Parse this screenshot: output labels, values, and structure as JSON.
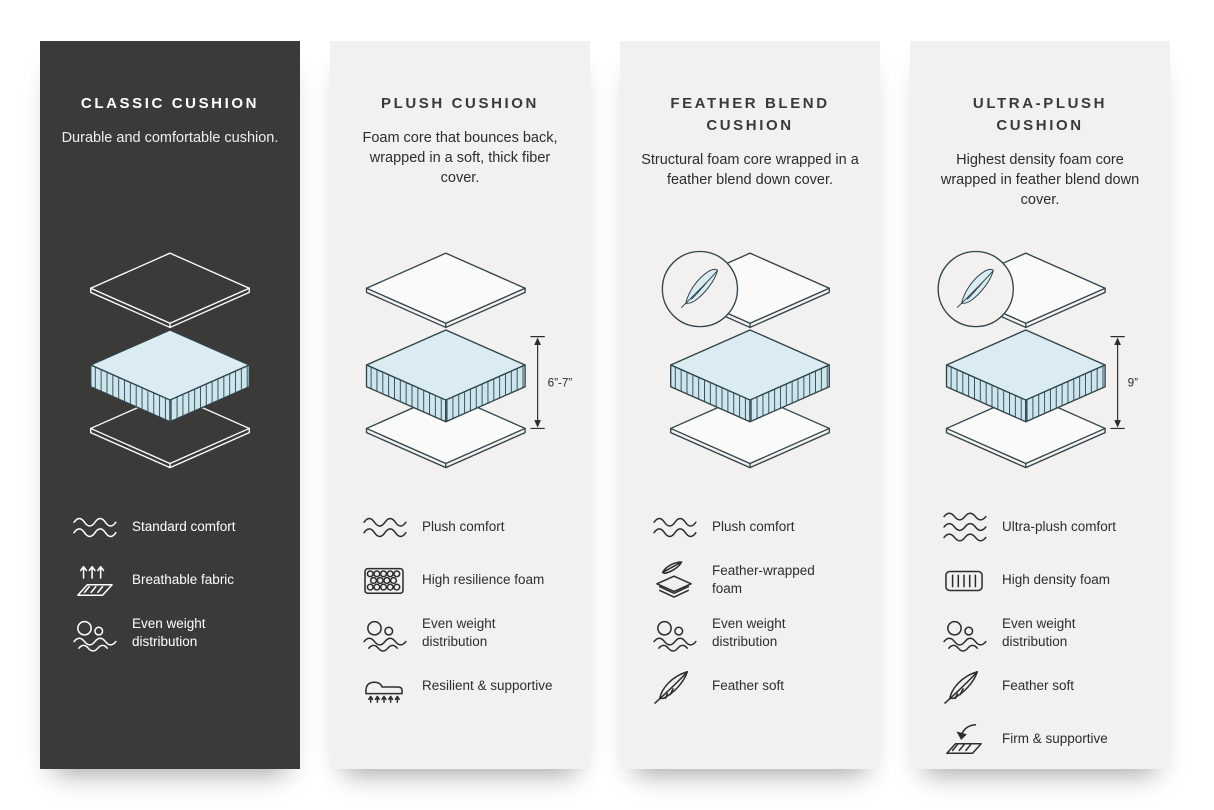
{
  "palette": {
    "background": "#ffffff",
    "dark_card": "#3b3a38",
    "light_card": "#f2f1ef",
    "accent_blue": "#daecf2",
    "line": "#30424a",
    "text_dark": "#2d2d2d",
    "text_light": "#ffffff"
  },
  "cards": [
    {
      "id": "classic-cushion",
      "theme": "dark",
      "title": "CLASSIC CUSHION",
      "description": "Durable and comfortable cushion.",
      "diagram": {
        "feather_badge": false,
        "height_label": ""
      },
      "features": [
        {
          "icon": "waves-comfort-icon",
          "label": "Standard comfort"
        },
        {
          "icon": "breathable-fabric-icon",
          "label": "Breathable fabric"
        },
        {
          "icon": "even-weight-icon",
          "label": "Even weight distribution"
        }
      ]
    },
    {
      "id": "plush-cushion",
      "theme": "light",
      "title": "PLUSH CUSHION",
      "description": "Foam core that bounces back, wrapped in a soft, thick fiber cover.",
      "diagram": {
        "feather_badge": false,
        "height_label": "6”-7”"
      },
      "features": [
        {
          "icon": "waves-comfort-icon",
          "label": "Plush comfort"
        },
        {
          "icon": "high-resilience-foam-icon",
          "label": "High resilience foam"
        },
        {
          "icon": "even-weight-icon",
          "label": "Even weight distribution"
        },
        {
          "icon": "resilient-supportive-icon",
          "label": "Resilient & supportive"
        }
      ]
    },
    {
      "id": "feather-blend-cushion",
      "theme": "light",
      "title": "FEATHER BLEND CUSHION",
      "description": "Structural foam core wrapped in a feather blend down cover.",
      "diagram": {
        "feather_badge": true,
        "height_label": ""
      },
      "features": [
        {
          "icon": "waves-comfort-icon",
          "label": "Plush comfort"
        },
        {
          "icon": "feather-wrapped-foam-icon",
          "label": "Feather-wrapped foam"
        },
        {
          "icon": "even-weight-icon",
          "label": "Even weight distribution"
        },
        {
          "icon": "feather-soft-icon",
          "label": "Feather soft"
        }
      ]
    },
    {
      "id": "ultra-plush-cushion",
      "theme": "light",
      "title": "ULTRA-PLUSH CUSHION",
      "description": "Highest density foam core wrapped in feather blend down cover.",
      "diagram": {
        "feather_badge": true,
        "height_label": "9”"
      },
      "features": [
        {
          "icon": "waves-comfort-icon",
          "label": "Ultra-plush comfort"
        },
        {
          "icon": "high-density-foam-icon",
          "label": "High density foam"
        },
        {
          "icon": "even-weight-icon",
          "label": "Even weight distribution"
        },
        {
          "icon": "feather-soft-icon",
          "label": "Feather soft"
        },
        {
          "icon": "firm-supportive-icon",
          "label": "Firm & supportive"
        }
      ]
    }
  ]
}
